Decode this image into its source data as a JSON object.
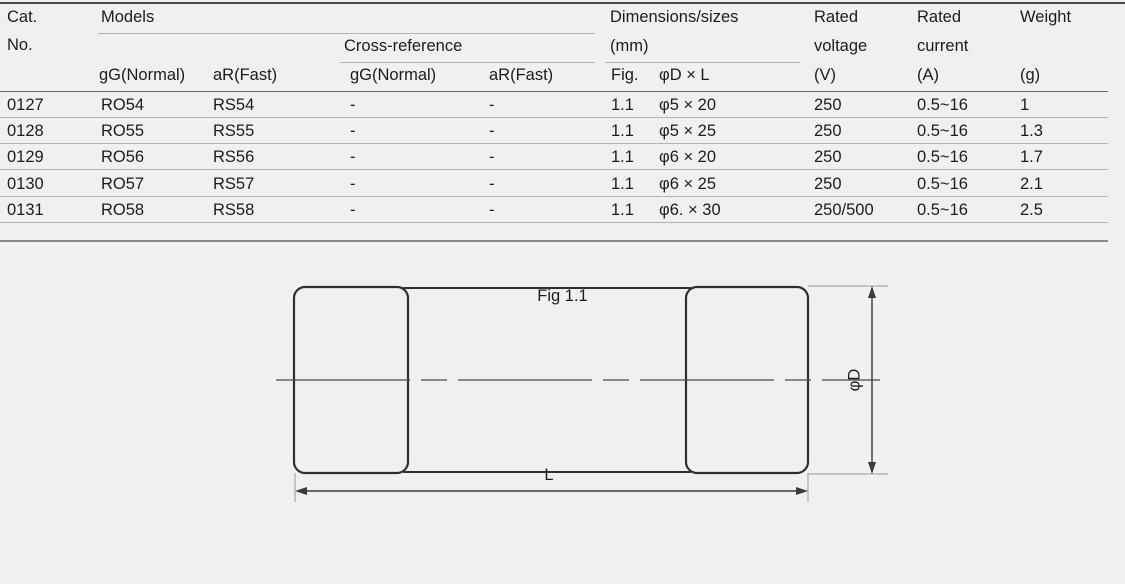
{
  "table": {
    "headers": {
      "cat_no_line1": "Cat.",
      "cat_no_line2": "No.",
      "models_group": "Models",
      "cross_reference_group": "Cross-reference",
      "models_gg": "gG(Normal)",
      "models_ar": "aR(Fast)",
      "xref_gg": "gG(Normal)",
      "xref_ar": "aR(Fast)",
      "dimensions_line1": "Dimensions/sizes",
      "dimensions_line2": "(mm)",
      "fig": "Fig.",
      "dia_x_l": "φD × L",
      "rated_voltage_line1": "Rated",
      "rated_voltage_line2": "voltage",
      "rated_voltage_unit": "(V)",
      "rated_current_line1": "Rated",
      "rated_current_line2": "current",
      "rated_current_unit": "(A)",
      "weight_line1": "Weight",
      "weight_unit": "(g)"
    },
    "rows": [
      {
        "cat_no": "0127",
        "model_gg": "RO54",
        "model_ar": "RS54",
        "xref_gg": "-",
        "xref_ar": "-",
        "fig": "1.1",
        "size": "φ5 × 20",
        "voltage": "250",
        "current": "0.5~16",
        "weight": "1"
      },
      {
        "cat_no": "0128",
        "model_gg": "RO55",
        "model_ar": "RS55",
        "xref_gg": "-",
        "xref_ar": "-",
        "fig": "1.1",
        "size": "φ5 × 25",
        "voltage": "250",
        "current": "0.5~16",
        "weight": "1.3"
      },
      {
        "cat_no": "0129",
        "model_gg": "RO56",
        "model_ar": "RS56",
        "xref_gg": "-",
        "xref_ar": "-",
        "fig": "1.1",
        "size": "φ6 × 20",
        "voltage": "250",
        "current": "0.5~16",
        "weight": "1.7"
      },
      {
        "cat_no": "0130",
        "model_gg": "RO57",
        "model_ar": "RS57",
        "xref_gg": "-",
        "xref_ar": "-",
        "fig": "1.1",
        "size": "φ6 × 25",
        "voltage": "250",
        "current": "0.5~16",
        "weight": "2.1"
      },
      {
        "cat_no": "0131",
        "model_gg": "RO58",
        "model_ar": "RS58",
        "xref_gg": "-",
        "xref_ar": "-",
        "fig": "1.1",
        "size": "φ6. × 30",
        "voltage": "250/500",
        "current": "0.5~16",
        "weight": "2.5"
      }
    ]
  },
  "drawing": {
    "caption": "Fig 1.1",
    "diameter_label": "φD",
    "length_label": "L"
  },
  "colors": {
    "background": "#f0f0f1",
    "text": "#1c1c1c",
    "rule_dark": "#4a4a4e",
    "rule_light": "#b4b4b8",
    "outline": "#333338",
    "dimension_line": "#4a4a4e"
  }
}
